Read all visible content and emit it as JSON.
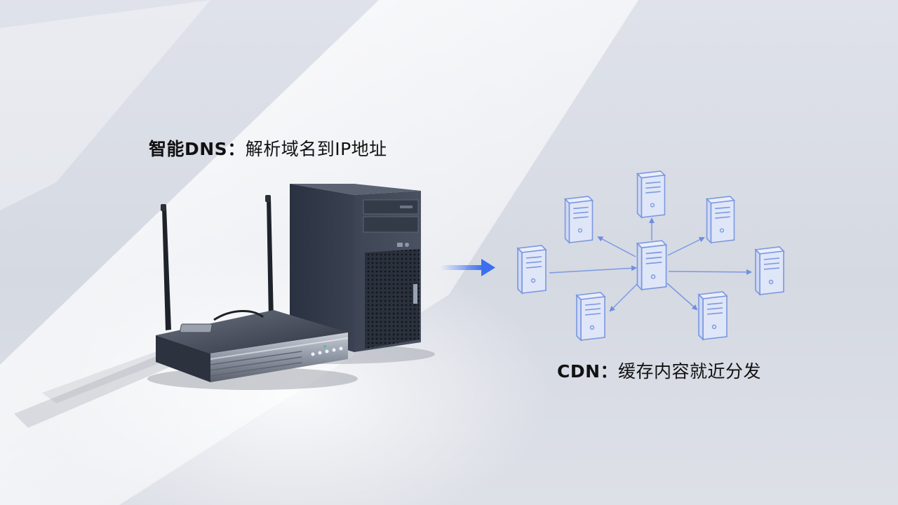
{
  "captions": {
    "dns": {
      "label": "智能DNS",
      "separator": "：",
      "description": "解析域名到IP地址"
    },
    "cdn": {
      "label": "CDN",
      "separator": "：",
      "description": "缓存内容就近分发"
    }
  },
  "colors": {
    "accent_blue": "#3b6ff0",
    "network_blue": "#6d8fe0",
    "caption_text": "#111111"
  },
  "icons": {
    "router": "router-icon",
    "tower": "server-tower-icon",
    "arrow": "arrow-right-icon",
    "node": "server-node-icon"
  }
}
